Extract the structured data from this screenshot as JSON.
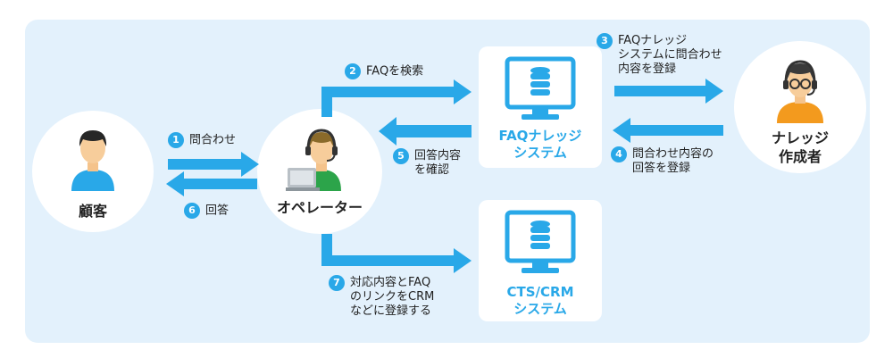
{
  "nodes": {
    "customer": "顧客",
    "operator": "オペレーター",
    "knowledge_creator": [
      "ナレッジ",
      "作成者"
    ],
    "faq_system": [
      "FAQナレッジ",
      "システム"
    ],
    "cts_system": [
      "CTS/CRM",
      "システム"
    ]
  },
  "steps": [
    {
      "num": "1",
      "lines": [
        "問合わせ"
      ]
    },
    {
      "num": "2",
      "lines": [
        "FAQを検索"
      ]
    },
    {
      "num": "3",
      "lines": [
        "FAQナレッジ",
        "システムに問合わせ",
        "内容を登録"
      ]
    },
    {
      "num": "4",
      "lines": [
        "問合わせ内容の",
        "回答を登録"
      ]
    },
    {
      "num": "5",
      "lines": [
        "回答内容",
        "を確認"
      ]
    },
    {
      "num": "6",
      "lines": [
        "回答"
      ]
    },
    {
      "num": "7",
      "lines": [
        "対応内容とFAQ",
        "のリンクをCRM",
        "などに登録する"
      ]
    }
  ],
  "colors": {
    "accent": "#29a8e8",
    "panel": "#e3f1fc"
  }
}
